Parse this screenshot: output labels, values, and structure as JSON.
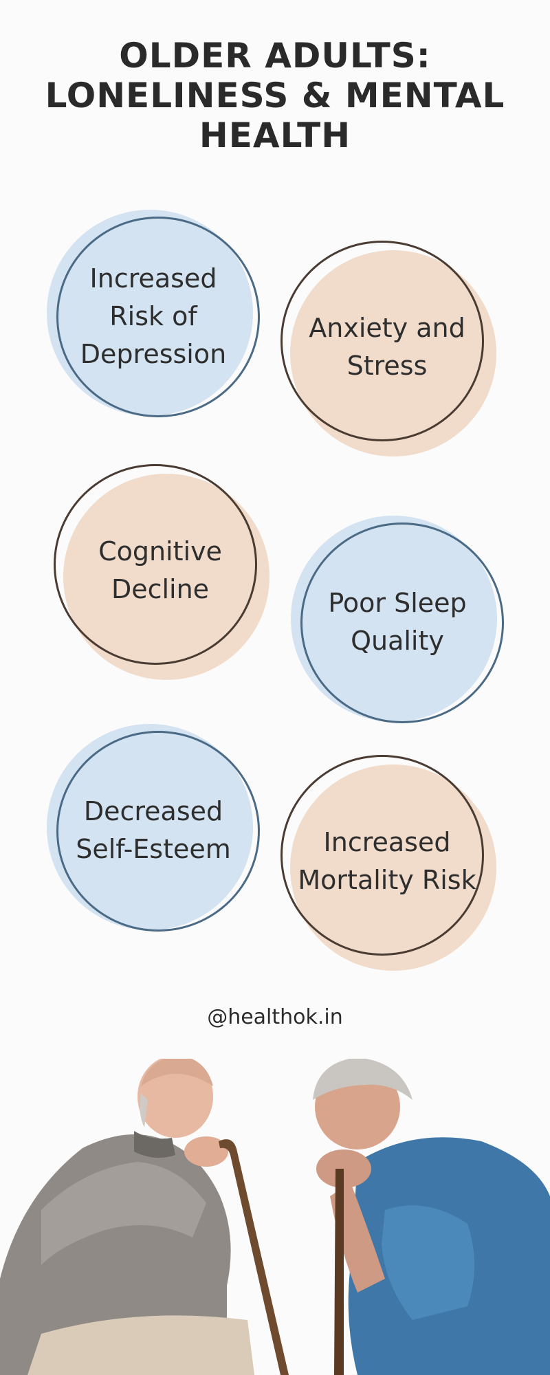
{
  "title": {
    "line1": "OLDER ADULTS:",
    "line2": "LONELINESS & MENTAL",
    "line3": "HEALTH"
  },
  "bubbles": [
    {
      "label": "Increased Risk of Depression",
      "color": "#d3e3f1"
    },
    {
      "label": "Anxiety and Stress",
      "color": "#f1dccb"
    },
    {
      "label": "Cognitive Decline",
      "color": "#f1dccb"
    },
    {
      "label": "Poor Sleep Quality",
      "color": "#d3e3f1"
    },
    {
      "label": "Decreased Self-Esteem",
      "color": "#d3e3f1"
    },
    {
      "label": "Increased Mortality Risk",
      "color": "#f1dccb"
    }
  ],
  "handle": "@healthok.in",
  "colors": {
    "blue_fill": "#d3e3f1",
    "blue_ring": "#4a6a86",
    "tan_fill": "#f1dccb",
    "tan_ring": "#4a3c32",
    "background": "#fcfbfb"
  }
}
